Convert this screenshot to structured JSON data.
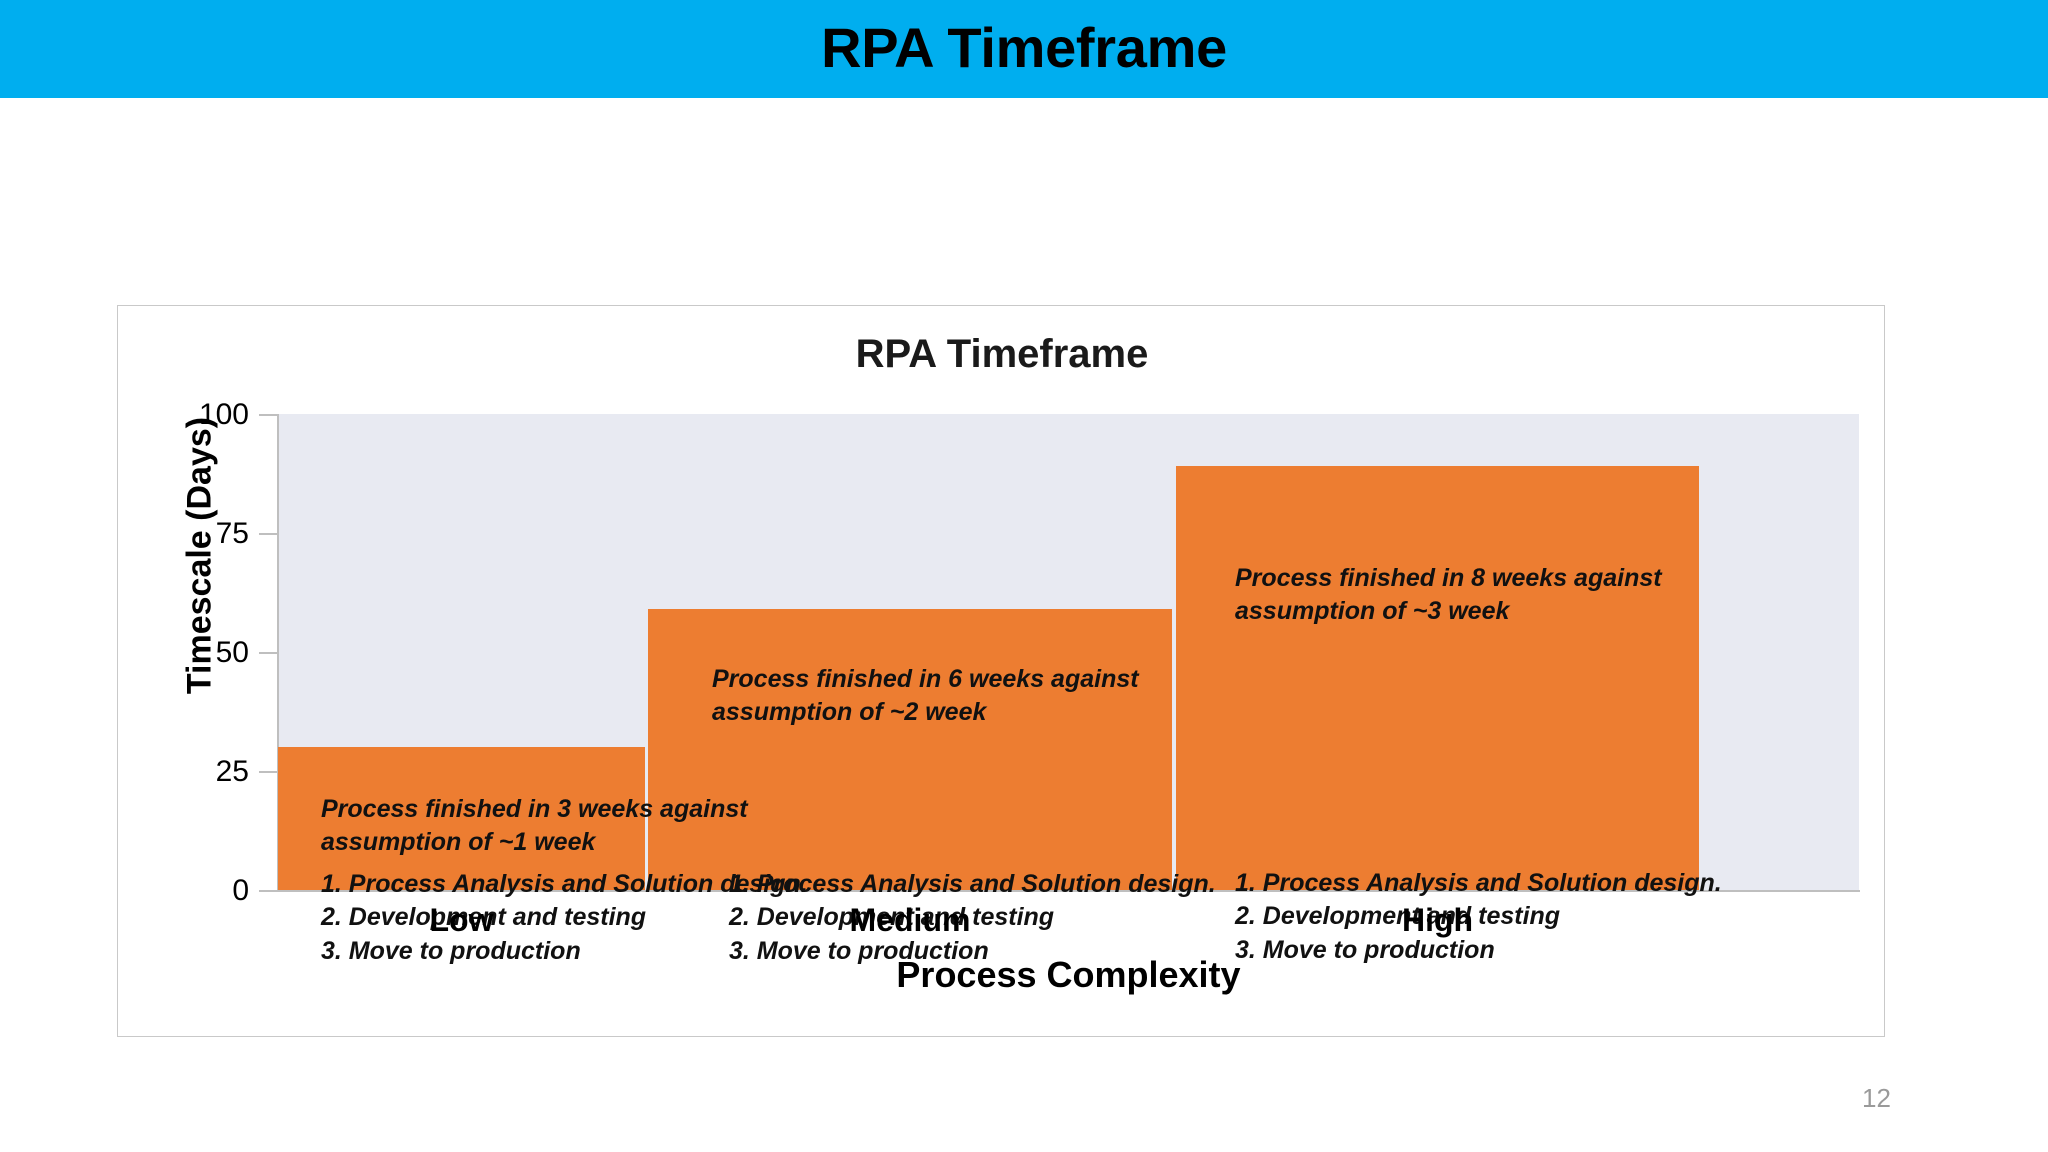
{
  "slide": {
    "banner_title": "RPA Timeframe",
    "banner_color": "#00AEEF",
    "page_number": "12"
  },
  "chart_data": {
    "type": "bar",
    "title": "RPA Timeframe",
    "xlabel": "Process Complexity",
    "ylabel": "Timescale (Days)",
    "categories": [
      "Low",
      "Medium",
      "High"
    ],
    "values": [
      30,
      60,
      88
    ],
    "ylim": [
      0,
      100
    ],
    "yticks": [
      "0",
      "25",
      "50",
      "75",
      "100"
    ],
    "ytick_values": [
      0,
      25,
      50,
      75,
      100
    ],
    "grid": false,
    "legend": "none",
    "bar_color": "#ED7D31",
    "plot_background": "#E8EAF2",
    "series": [
      {
        "name": "Timescale (Days)",
        "values": [
          30,
          60,
          88
        ]
      }
    ],
    "annotations": [
      {
        "category": "Low",
        "line1": "Process finished in 3 weeks against",
        "line2": "assumption of ~1 week"
      },
      {
        "category": "Medium",
        "line1": "Process finished in 6 weeks against",
        "line2": "assumption of ~2 week"
      },
      {
        "category": "High",
        "line1": "Process finished in 8 weeks against",
        "line2": "assumption of ~3 week"
      }
    ],
    "bar_steps": [
      {
        "category": "Low",
        "items": [
          "1. Process Analysis and Solution design.",
          "2. Development and testing",
          "3. Move to production"
        ]
      },
      {
        "category": "Medium",
        "items": [
          "1. Process Analysis and Solution design.",
          "2. Development and testing",
          "3. Move to production"
        ]
      },
      {
        "category": "High",
        "items": [
          "1. Process Analysis and Solution design.",
          "2. Development and testing",
          "3. Move to production"
        ]
      }
    ]
  }
}
